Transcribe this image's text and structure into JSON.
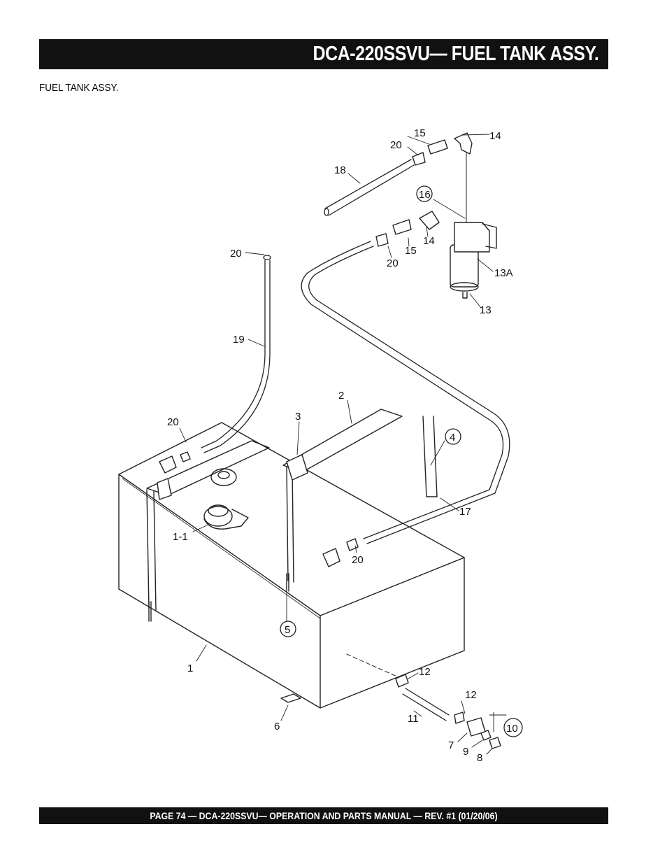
{
  "header": {
    "title": "DCA-220SSVU— FUEL TANK ASSY."
  },
  "subheading": "FUEL TANK ASSY.",
  "callouts": [
    {
      "id": "c-15-top",
      "label": "15"
    },
    {
      "id": "c-14-top",
      "label": "14"
    },
    {
      "id": "c-20-top",
      "label": "20"
    },
    {
      "id": "c-18",
      "label": "18"
    },
    {
      "id": "c-16",
      "label": "16",
      "circled": true
    },
    {
      "id": "c-20-mid",
      "label": "20"
    },
    {
      "id": "c-15-mid",
      "label": "15"
    },
    {
      "id": "c-14-mid",
      "label": "14"
    },
    {
      "id": "c-13a",
      "label": "13A"
    },
    {
      "id": "c-13",
      "label": "13"
    },
    {
      "id": "c-20-left",
      "label": "20"
    },
    {
      "id": "c-19",
      "label": "19"
    },
    {
      "id": "c-2",
      "label": "2"
    },
    {
      "id": "c-20-tank",
      "label": "20"
    },
    {
      "id": "c-3",
      "label": "3"
    },
    {
      "id": "c-4",
      "label": "4",
      "circled": true
    },
    {
      "id": "c-17",
      "label": "17"
    },
    {
      "id": "c-1-1",
      "label": "1-1"
    },
    {
      "id": "c-20-lower",
      "label": "20"
    },
    {
      "id": "c-5",
      "label": "5",
      "circled": true
    },
    {
      "id": "c-1",
      "label": "1"
    },
    {
      "id": "c-12-a",
      "label": "12"
    },
    {
      "id": "c-12-b",
      "label": "12"
    },
    {
      "id": "c-11",
      "label": "11"
    },
    {
      "id": "c-10",
      "label": "10",
      "circled": true
    },
    {
      "id": "c-6",
      "label": "6"
    },
    {
      "id": "c-7",
      "label": "7"
    },
    {
      "id": "c-9",
      "label": "9"
    },
    {
      "id": "c-8",
      "label": "8"
    }
  ],
  "footer": {
    "text": "PAGE 74 — DCA-220SSVU—  OPERATION AND PARTS  MANUAL — REV. #1  (01/20/06)"
  }
}
